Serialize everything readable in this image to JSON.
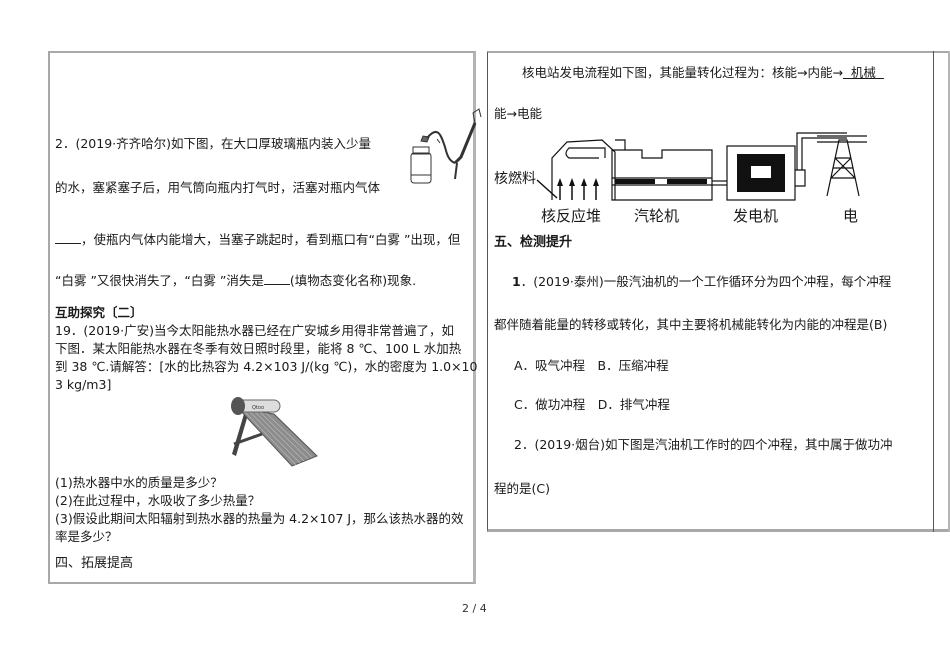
{
  "left": {
    "q2": {
      "line1": "2．(2019·齐齐哈尔)如下图，在大口厚玻璃瓶内装入少量",
      "line2": "的水，塞紧塞子后，用气筒向瓶内打气时，活塞对瓶内气体",
      "line3_after_blank": "，使瓶内气体内能增大，当塞子跳起时，看到瓶口有“白雾 ”出现，但",
      "line4_before_blank": "“白雾 ”又很快消失了，“白雾 ”消失是",
      "line4_after_blank": "(填物态变化名称)现象."
    },
    "section_title": "互助探究〔二〕",
    "q19": {
      "line1": "19．(2019·广安)当今太阳能热水器已经在广安城乡用得非常普遍了，如",
      "line2": "下图．某太阳能热水器在冬季有效日照时段里，能将 8 ℃、100 L 水加热",
      "line3": "到 38 ℃.请解答：[水的比热容为 4.2×103 J/(kg ℃)，水的密度为 1.0×10",
      "line4": "3 kg/m3]",
      "sub1": "(1)热水器中水的质量是多少？",
      "sub2": "(2)在此过程中，水吸收了多少热量？",
      "sub3_line1": "(3)假设此期间太阳辐射到热水器的热量为 4.2×107 J，那么该热水器的效",
      "sub3_line2": "率是多少？"
    },
    "section4_title": "四、拓展提高"
  },
  "right": {
    "nuclear": {
      "line1_prefix": "核电站发电流程如下图，其能量转化过程为：核能→内能→",
      "answer": "机械",
      "line2": "能→电能",
      "diagram_labels": {
        "fuel": "核燃料",
        "reactor": "核反应堆",
        "turbine": "汽轮机",
        "generator": "发电机",
        "electricity": "电"
      }
    },
    "section5_title": "五、检测提升",
    "q1": {
      "number": "1",
      "line1_rest": "．(2019·泰州)一般汽油机的一个工作循环分为四个冲程，每个冲程",
      "line2": "都伴随着能量的转移或转化，其中主要将机械能转化为内能的冲程是(B)",
      "options_row1": "A．吸气冲程　B．压缩冲程",
      "options_row2": "C．做功冲程　D．排气冲程"
    },
    "q2": {
      "line1": "2．(2019·烟台)如下图是汽油机工作时的四个冲程，其中属于做功冲",
      "line2": "程的是(C)"
    }
  },
  "footer": {
    "page_number": "2 / 4"
  }
}
